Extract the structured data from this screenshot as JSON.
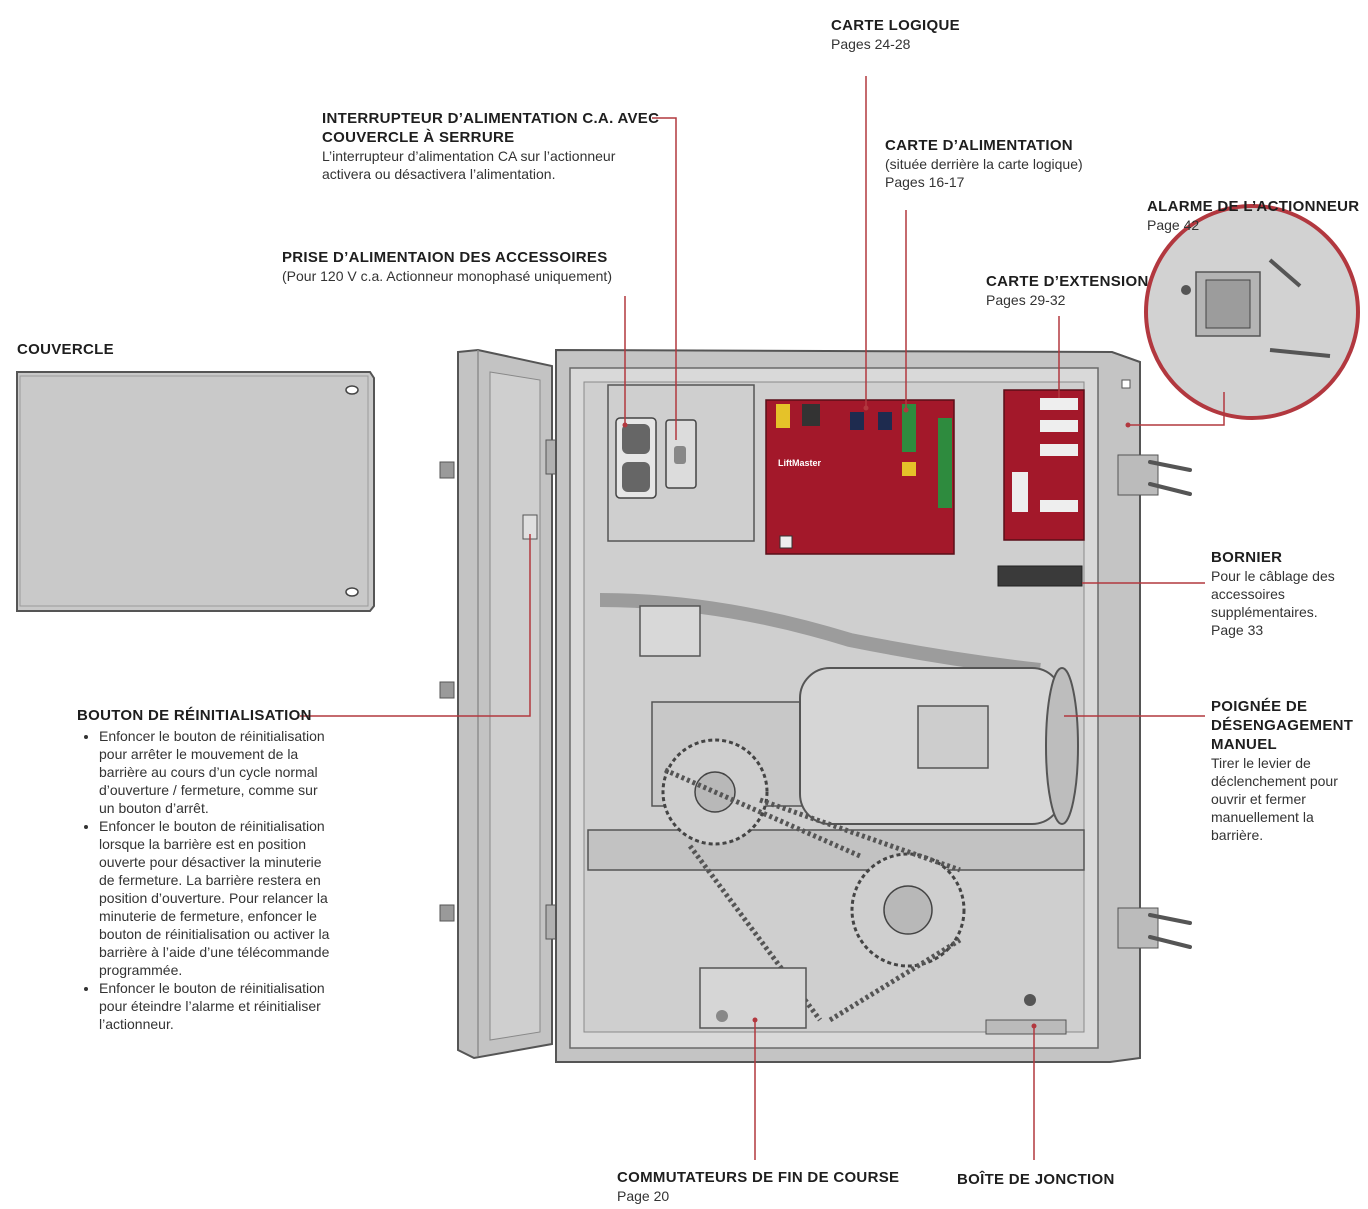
{
  "colors": {
    "leader": "#b2383f",
    "board": "#a3182a",
    "metal": "#c7c7c7",
    "outline": "#555555"
  },
  "callouts": {
    "carte_logique": {
      "title": "CARTE LOGIQUE",
      "sub": "Pages 24-28"
    },
    "interrupteur": {
      "title1": "INTERRUPTEUR D’ALIMENTATION C.A. AVEC",
      "title2": "COUVERCLE À SERRURE",
      "sub1": "L’interrupteur d’alimentation CA sur l’actionneur",
      "sub2": "activera ou désactivera l’alimentation."
    },
    "carte_alimentation": {
      "title": "CARTE D’ALIMENTATION",
      "sub1": "(située derrière la carte logique)",
      "sub2": "Pages 16-17"
    },
    "alarme": {
      "title": "ALARME DE L’ACTIONNEUR",
      "sub": "Page 42"
    },
    "prise": {
      "title": "PRISE D’ALIMENTAION DES ACCESSOIRES",
      "sub": "(Pour 120 V c.a. Actionneur monophasé uniquement)"
    },
    "carte_extension": {
      "title": "CARTE D’EXTENSION",
      "sub": "Pages 29-32"
    },
    "couvercle": {
      "title": "COUVERCLE"
    },
    "bornier": {
      "title": "BORNIER",
      "sub1": "Pour le câblage des",
      "sub2": "accessoires",
      "sub3": "supplémentaires.",
      "sub4": "Page 33"
    },
    "poignee": {
      "title1": "POIGNÉE DE",
      "title2": "DÉSENGAGEMENT",
      "title3": "MANUEL",
      "sub1": "Tirer le levier de",
      "sub2": "déclenchement pour",
      "sub3": "ouvrir et fermer",
      "sub4": "manuellement la",
      "sub5": "barrière."
    },
    "bouton": {
      "title": "BOUTON DE RÉINITIALISATION",
      "bullets": [
        {
          "l1": "Enfoncer le bouton de réinitialisation",
          "l2": "pour arrêter le mouvement de la",
          "l3": "barrière au cours d’un cycle normal",
          "l4": "d’ouverture / fermeture, comme sur",
          "l5": "un bouton d’arrêt."
        },
        {
          "l1": "Enfoncer le bouton de réinitialisation",
          "l2": "lorsque la barrière est en position",
          "l3": "ouverte pour désactiver la minuterie",
          "l4": "de fermeture. La barrière restera en",
          "l5": "position d’ouverture. Pour relancer la",
          "l6": "minuterie de fermeture, enfoncer le",
          "l7": "bouton de réinitialisation ou activer la",
          "l8": "barrière à l’aide d’une télécommande",
          "l9": "programmée."
        },
        {
          "l1": "Enfoncer le bouton de réinitialisation",
          "l2": "pour éteindre l’alarme et réinitialiser",
          "l3": "l’actionneur."
        }
      ]
    },
    "commutateurs": {
      "title": "COMMUTATEURS DE FIN DE COURSE",
      "sub": "Page 20"
    },
    "boite": {
      "title": "BOÎTE DE JONCTION"
    }
  },
  "board_brand": "LiftMaster"
}
